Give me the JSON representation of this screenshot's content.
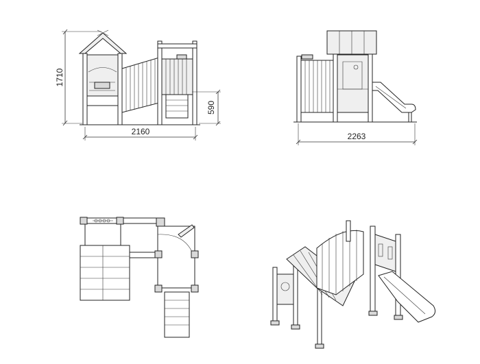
{
  "dimensions": {
    "front_height": "1710",
    "front_width": "2160",
    "platform_height": "590",
    "side_width": "2263"
  }
}
